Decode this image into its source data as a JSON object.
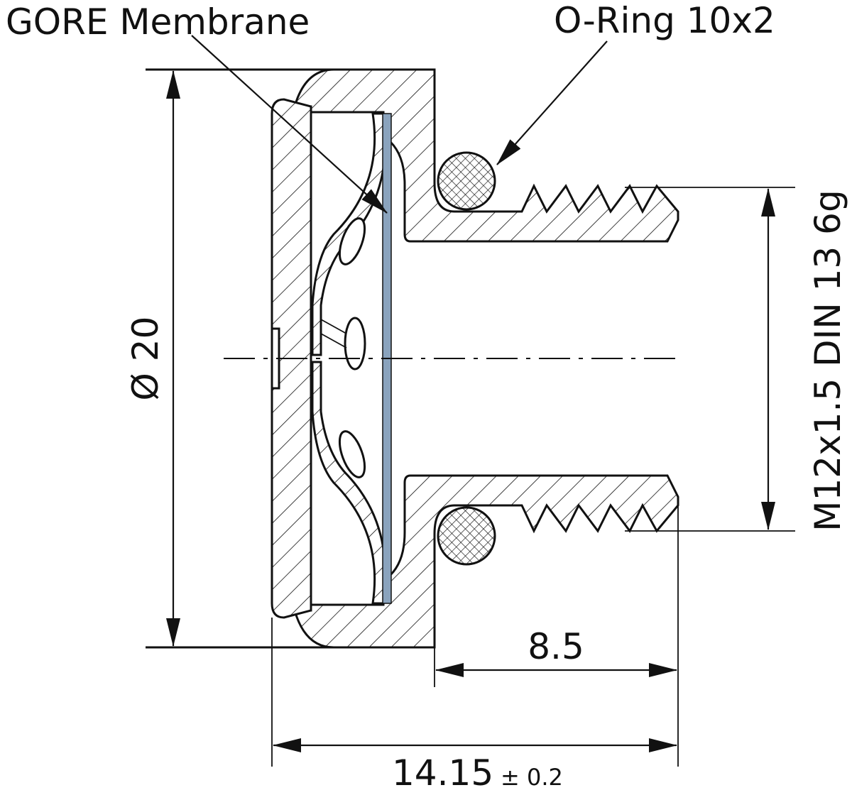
{
  "labels": {
    "membrane": "GORE Membrane",
    "oring": "O-Ring 10x2",
    "diameter": "Ø 20",
    "thread": "M12x1.5 DIN 13 6g",
    "length_short": "8.5",
    "length_total": "14.15",
    "tolerance": "± 0.2"
  },
  "colors": {
    "line": "#111111",
    "membrane": "#8aa3bd"
  }
}
